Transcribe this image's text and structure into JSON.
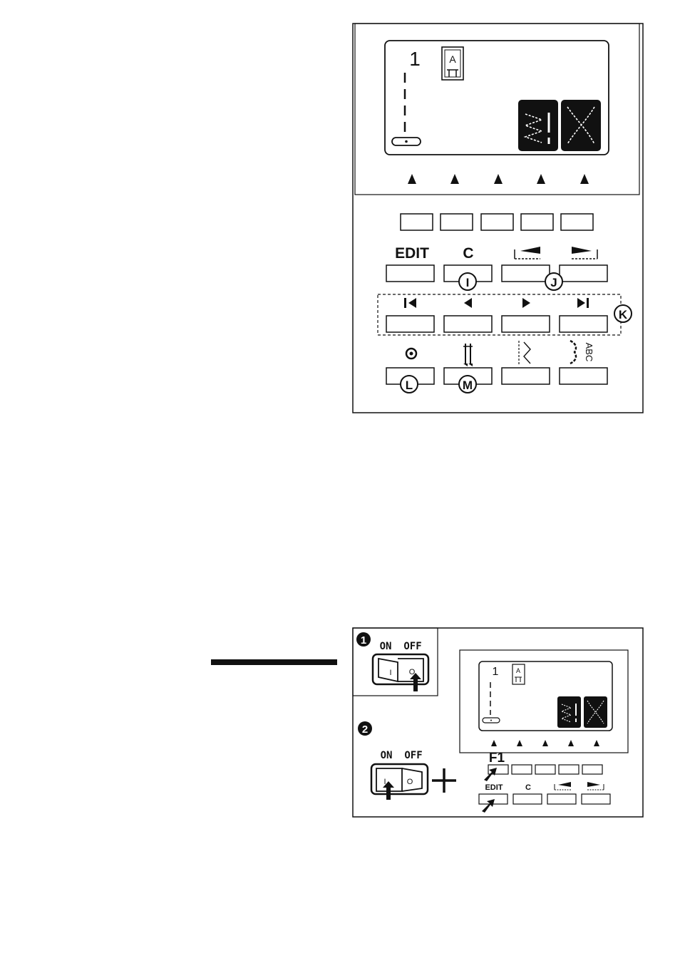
{
  "top_panel": {
    "lcd": {
      "pattern_number": "1",
      "foot_letter": "A"
    },
    "key_labels": {
      "edit": "EDIT",
      "clear": "C",
      "abc": "ABC"
    },
    "callouts": [
      "I",
      "J",
      "K",
      "L",
      "M"
    ]
  },
  "bottom_panel": {
    "step1": {
      "step": "1",
      "switch_on": "ON",
      "switch_off": "OFF",
      "switch_i": "I",
      "switch_o": "O"
    },
    "step2": {
      "step": "2",
      "switch_on": "ON",
      "switch_off": "OFF",
      "switch_i": "I",
      "switch_o": "O",
      "f1_label": "F1",
      "lcd_number": "1",
      "lcd_foot_letter": "A",
      "edit": "EDIT",
      "clear": "C"
    }
  }
}
